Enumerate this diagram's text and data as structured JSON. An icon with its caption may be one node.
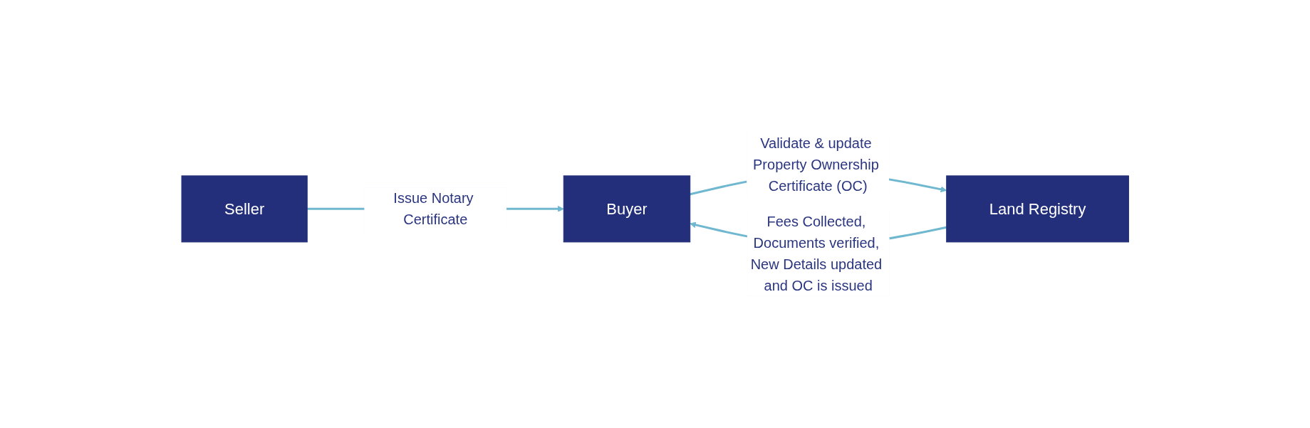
{
  "diagram": {
    "nodes": [
      {
        "text": [
          "Seller"
        ]
      },
      {
        "text": [
          "Buyer"
        ]
      },
      {
        "text": [
          "Land Registry"
        ]
      }
    ],
    "edges": [
      {
        "from": 0,
        "to": 1,
        "arrow": "to",
        "label": "Issue Notary Certificate"
      },
      {
        "from": 1,
        "to": 2,
        "arrow": "to",
        "label": "Validate & update Property Ownership Certificate (OC)"
      },
      {
        "from": 2,
        "to": 1,
        "arrow": "to",
        "label": "Fees Collected, Documents verified, New Details updated and OC is issued"
      }
    ]
  }
}
